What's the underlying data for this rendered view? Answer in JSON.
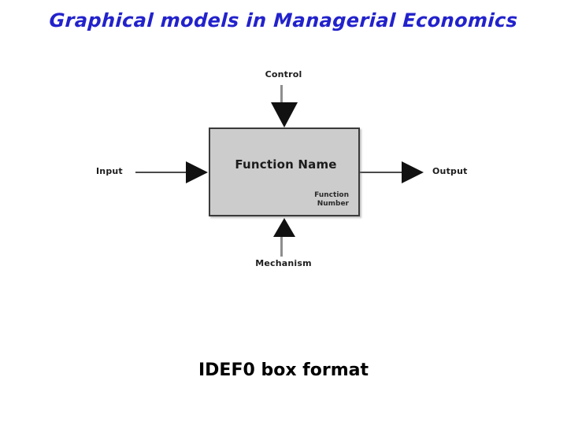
{
  "slide": {
    "title": "Graphical models in Managerial Economics",
    "caption": "IDEF0 box format",
    "title_color": "#2222CC",
    "background_color": "#FFFFFF"
  },
  "diagram": {
    "name": "IDEF0 box format",
    "box": {
      "fill_color": "#CCCCCC",
      "border_color": "#3A3A3A",
      "function_name": "Function Name",
      "function_number_line1": "Function",
      "function_number_line2": "Number"
    },
    "arrows": [
      {
        "id": "control",
        "label": "Control",
        "direction": "down",
        "side": "top"
      },
      {
        "id": "input",
        "label": "Input",
        "direction": "right",
        "side": "left"
      },
      {
        "id": "output",
        "label": "Output",
        "direction": "right",
        "side": "right"
      },
      {
        "id": "mechanism",
        "label": "Mechanism",
        "direction": "up",
        "side": "bottom"
      }
    ]
  }
}
